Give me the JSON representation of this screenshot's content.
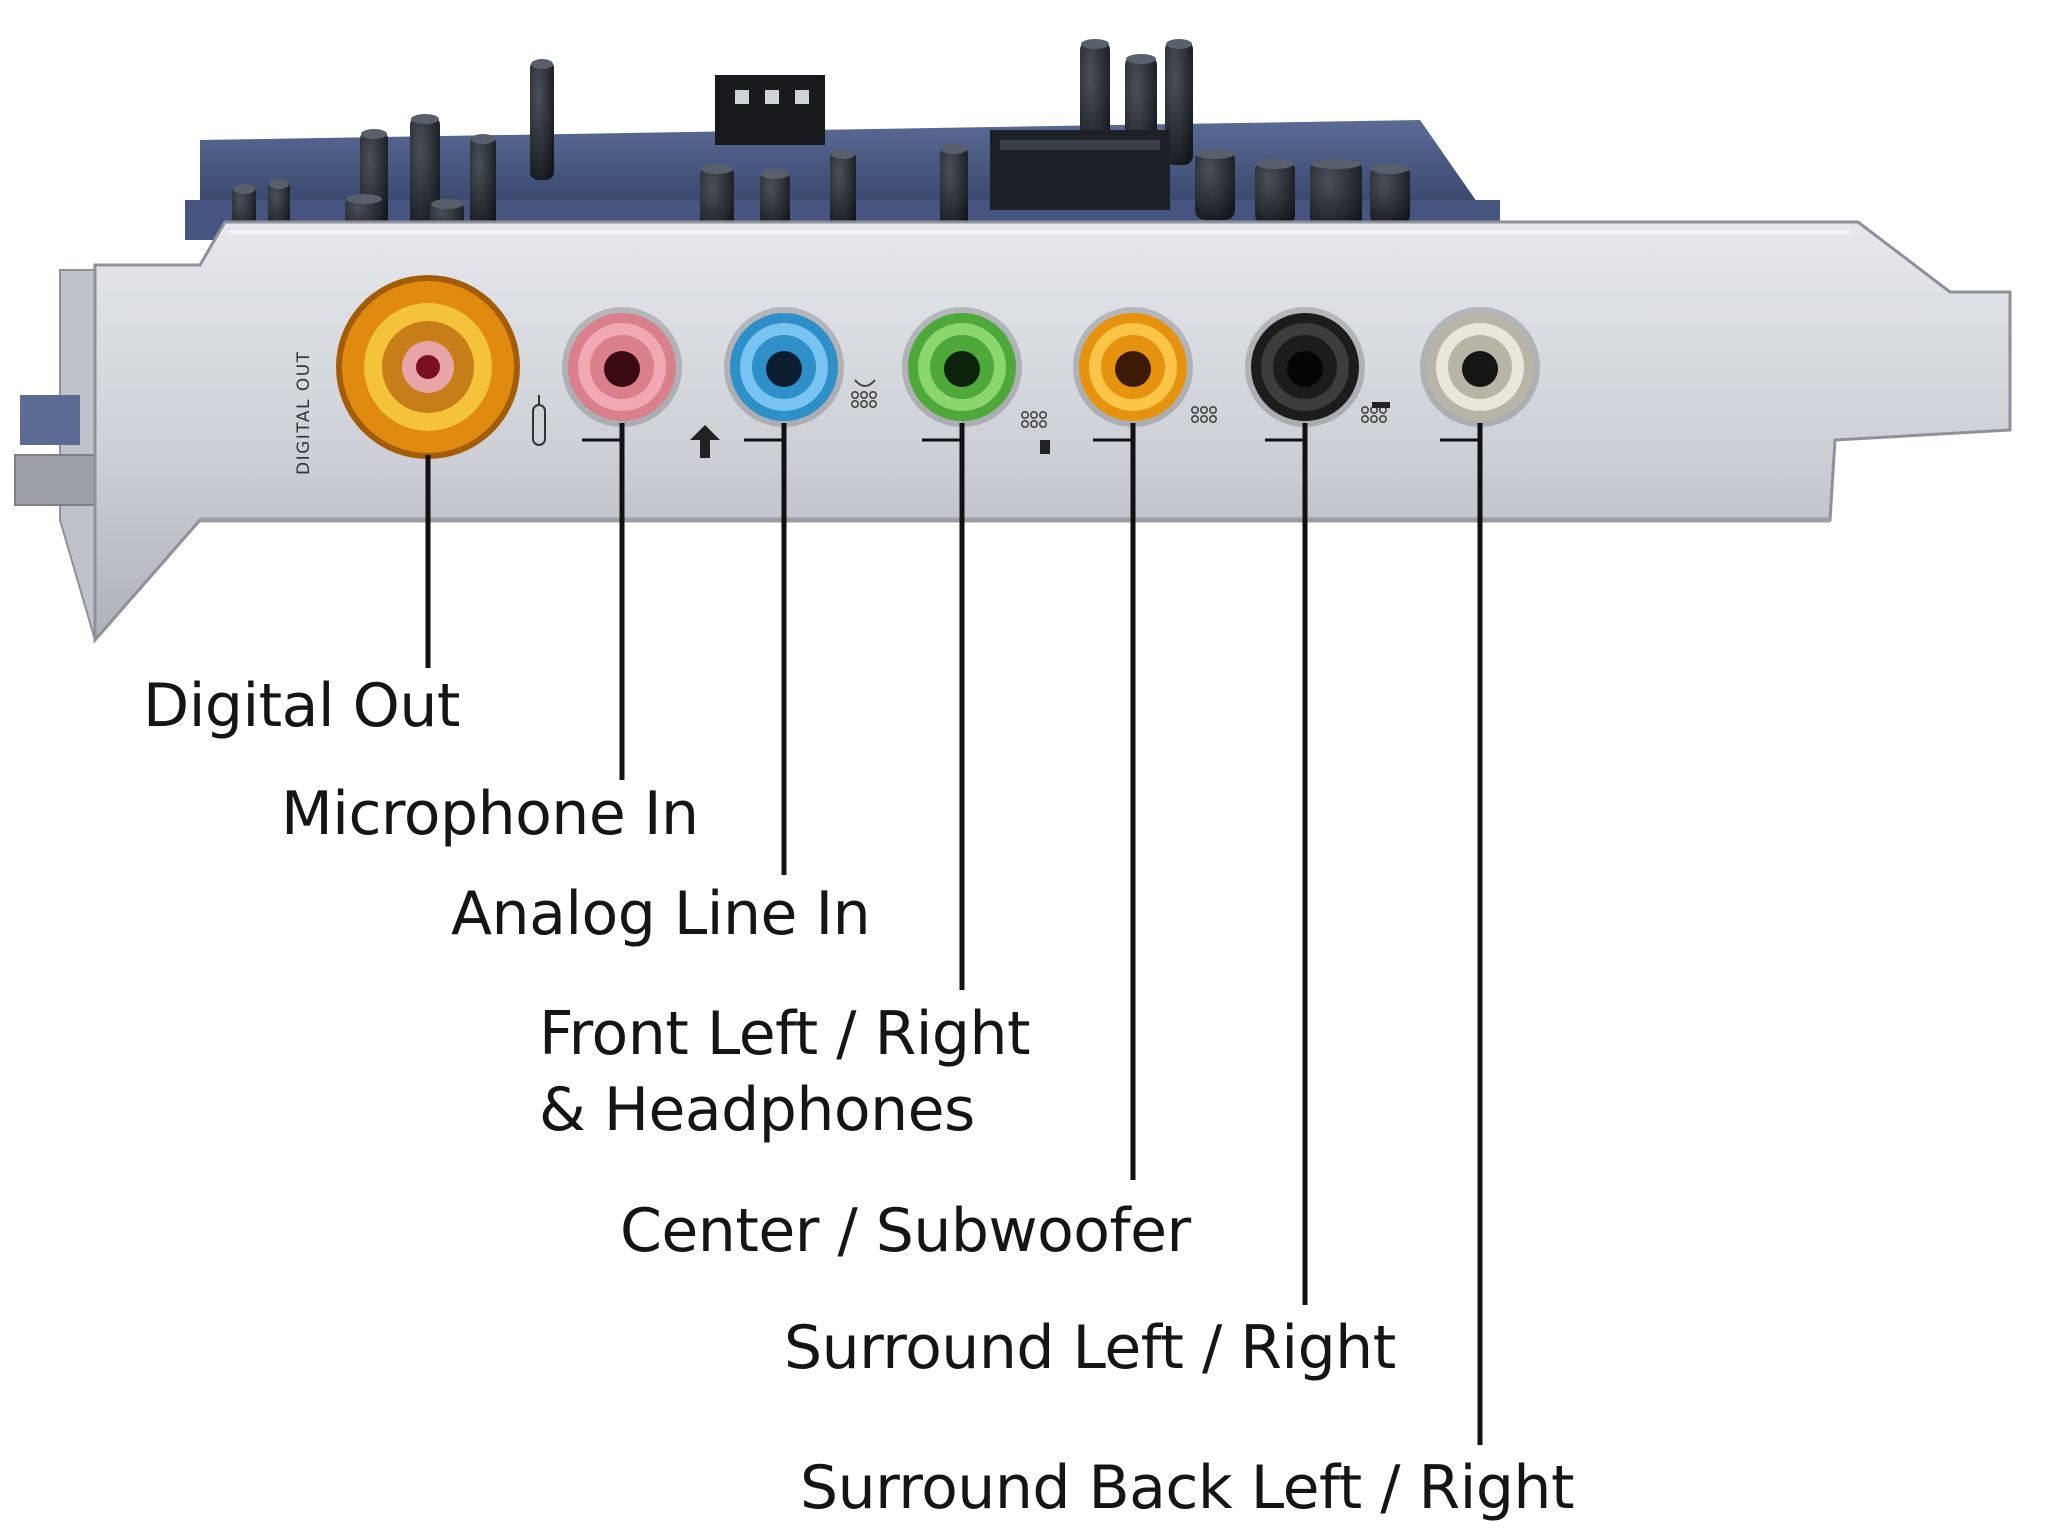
{
  "bracket_text": "DIGITAL OUT",
  "ports": [
    {
      "id": "digital-out",
      "label": "Digital Out",
      "outer": "#e08a10",
      "ring": "#f5c33a",
      "core": "#7a1020",
      "kind": "rca"
    },
    {
      "id": "microphone-in",
      "label": "Microphone In",
      "outer": "#d9808c",
      "ring": "#f0a9b3",
      "core": "#3a0a12",
      "kind": "jack"
    },
    {
      "id": "analog-line-in",
      "label": "Analog Line In",
      "outer": "#2f8fc9",
      "ring": "#78c3ef",
      "core": "#0b1e30",
      "kind": "jack"
    },
    {
      "id": "front-left-right",
      "label": "Front Left / Right",
      "label2": "& Headphones",
      "outer": "#4fa83a",
      "ring": "#8bd66d",
      "core": "#0d220a",
      "kind": "jack"
    },
    {
      "id": "center-subwoofer",
      "label": "Center / Subwoofer",
      "outer": "#e5920e",
      "ring": "#fcc548",
      "core": "#3c1a04",
      "kind": "jack"
    },
    {
      "id": "surround-left-right",
      "label": "Surround Left / Right",
      "outer": "#1c1c1c",
      "ring": "#3d3d3d",
      "core": "#050505",
      "kind": "jack"
    },
    {
      "id": "surround-back-left-right",
      "label": "Surround Back Left / Right",
      "outer": "#b8b4a6",
      "ring": "#e9e6dc",
      "core": "#161616",
      "kind": "jack-silver"
    }
  ],
  "colors": {
    "bracket": "#cfd1d6",
    "bracket_shadow": "#9ea1a8",
    "pcb": "#3b4a73",
    "component": "#1a1d22",
    "leader_line": "#111111"
  }
}
